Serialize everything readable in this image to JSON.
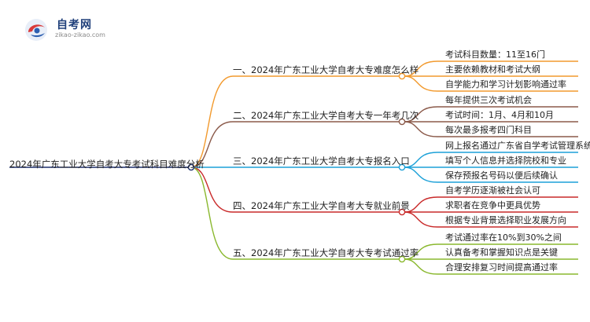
{
  "logo": {
    "title": "自考网",
    "url": "zikao-zikao.com"
  },
  "diagram": {
    "root": "2024年广东工业大学自考大专考试科目难度分析",
    "branches": [
      {
        "label": "一、2024年广东工业大学自考大专难度怎么样",
        "color": "#f29a2e",
        "leaves": [
          "考试科目数量：11至16门",
          "主要依赖教材和考试大纲",
          "自学能力和学习计划影响通过率"
        ]
      },
      {
        "label": "二、2024年广东工业大学自考大专一年考几次",
        "color": "#8b5a4a",
        "leaves": [
          "每年提供三次考试机会",
          "考试时间：1月、4月和10月",
          "每次最多报考四门科目"
        ]
      },
      {
        "label": "三、2024年广东工业大学自考大专报名入口",
        "color": "#1da1d8",
        "leaves": [
          "网上报名通过广东省自学考试管理系统",
          "填写个人信息并选择院校和专业",
          "保存预报名号码以便后续确认"
        ]
      },
      {
        "label": "四、2024年广东工业大学自考大专就业前景",
        "color": "#c92a2a",
        "leaves": [
          "自考学历逐渐被社会认可",
          "求职者在竞争中更具优势",
          "根据专业背景选择职业发展方向"
        ]
      },
      {
        "label": "五、2024年广东工业大学自考大专考试通过率",
        "color": "#8ab82e",
        "leaves": [
          "考试通过率在10%到30%之间",
          "认真备考和掌握知识点是关键",
          "合理安排复习时间提高通过率"
        ]
      }
    ]
  }
}
